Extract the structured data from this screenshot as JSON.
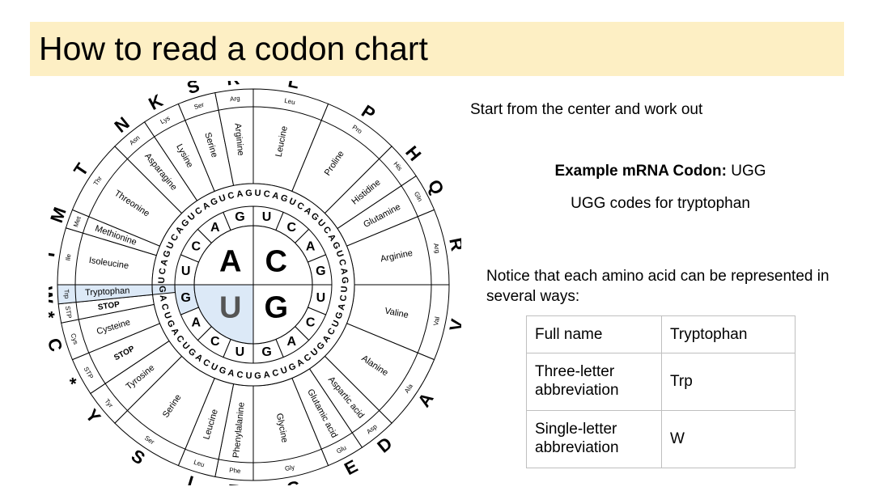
{
  "title": "How to read a codon chart",
  "intro": "Start from the center and work out",
  "example": {
    "label": "Example mRNA Codon:",
    "codon": "UGG"
  },
  "codes_text": "UGG codes for tryptophan",
  "notice_text": "Notice that each amino acid can be represented in several ways:",
  "table": [
    {
      "label": "Full name",
      "value": "Tryptophan"
    },
    {
      "label": "Three-letter abbreviation",
      "value": "Trp"
    },
    {
      "label": "Single-letter abbreviation",
      "value": "W"
    }
  ],
  "wheel": {
    "first_bases": [
      "U",
      "C",
      "A",
      "G"
    ],
    "highlight_color": "#dce9f7",
    "segments": [
      {
        "codons": [
          "UUU",
          "UUC"
        ],
        "name": "Phenylalanine",
        "abbr": "Phe",
        "letter": "F"
      },
      {
        "codons": [
          "UUA",
          "UUG"
        ],
        "name": "Leucine",
        "abbr": "Leu",
        "letter": "L"
      },
      {
        "codons": [
          "UCU",
          "UCC",
          "UCA",
          "UCG"
        ],
        "name": "Serine",
        "abbr": "Ser",
        "letter": "S"
      },
      {
        "codons": [
          "UAU",
          "UAC"
        ],
        "name": "Tyrosine",
        "abbr": "Tyr",
        "letter": "Y"
      },
      {
        "codons": [
          "UAA",
          "UAG"
        ],
        "name": "STOP",
        "abbr": "STP",
        "letter": "*"
      },
      {
        "codons": [
          "UGU",
          "UGC"
        ],
        "name": "Cysteine",
        "abbr": "Cys",
        "letter": "C"
      },
      {
        "codons": [
          "UGA"
        ],
        "name": "STOP",
        "abbr": "STP",
        "letter": "*"
      },
      {
        "codons": [
          "UGG"
        ],
        "name": "Tryptophan",
        "abbr": "Trp",
        "letter": "W",
        "highlight": true
      },
      {
        "codons": [
          "CUU",
          "CUC",
          "CUA",
          "CUG"
        ],
        "name": "Leucine",
        "abbr": "Leu",
        "letter": "L"
      },
      {
        "codons": [
          "CCU",
          "CCC",
          "CCA",
          "CCG"
        ],
        "name": "Proline",
        "abbr": "Pro",
        "letter": "P"
      },
      {
        "codons": [
          "CAU",
          "CAC"
        ],
        "name": "Histidine",
        "abbr": "His",
        "letter": "H"
      },
      {
        "codons": [
          "CAA",
          "CAG"
        ],
        "name": "Glutamine",
        "abbr": "Gln",
        "letter": "Q"
      },
      {
        "codons": [
          "CGU",
          "CGC",
          "CGA",
          "CGG"
        ],
        "name": "Arginine",
        "abbr": "Arg",
        "letter": "R"
      },
      {
        "codons": [
          "AUU",
          "AUC",
          "AUA"
        ],
        "name": "Isoleucine",
        "abbr": "Ile",
        "letter": "I"
      },
      {
        "codons": [
          "AUG"
        ],
        "name": "Methionine",
        "abbr": "Met",
        "letter": "M"
      },
      {
        "codons": [
          "ACU",
          "ACC",
          "ACA",
          "ACG"
        ],
        "name": "Threonine",
        "abbr": "Thr",
        "letter": "T"
      },
      {
        "codons": [
          "AAU",
          "AAC"
        ],
        "name": "Asparagine",
        "abbr": "Asn",
        "letter": "N"
      },
      {
        "codons": [
          "AAA",
          "AAG"
        ],
        "name": "Lysine",
        "abbr": "Lys",
        "letter": "K"
      },
      {
        "codons": [
          "AGU",
          "AGC"
        ],
        "name": "Serine",
        "abbr": "Ser",
        "letter": "S"
      },
      {
        "codons": [
          "AGA",
          "AGG"
        ],
        "name": "Arginine",
        "abbr": "Arg",
        "letter": "R"
      },
      {
        "codons": [
          "GUU",
          "GUC",
          "GUA",
          "GUG"
        ],
        "name": "Valine",
        "abbr": "Val",
        "letter": "V"
      },
      {
        "codons": [
          "GCU",
          "GCC",
          "GCA",
          "GCG"
        ],
        "name": "Alanine",
        "abbr": "Ala",
        "letter": "A"
      },
      {
        "codons": [
          "GAU",
          "GAC"
        ],
        "name": "Aspartic acid",
        "abbr": "Asp",
        "letter": "D"
      },
      {
        "codons": [
          "GAA",
          "GAG"
        ],
        "name": "Glutamic acid",
        "abbr": "Glu",
        "letter": "E"
      },
      {
        "codons": [
          "GGU",
          "GGC",
          "GGA",
          "GGG"
        ],
        "name": "Glycine",
        "abbr": "Gly",
        "letter": "G"
      }
    ]
  }
}
